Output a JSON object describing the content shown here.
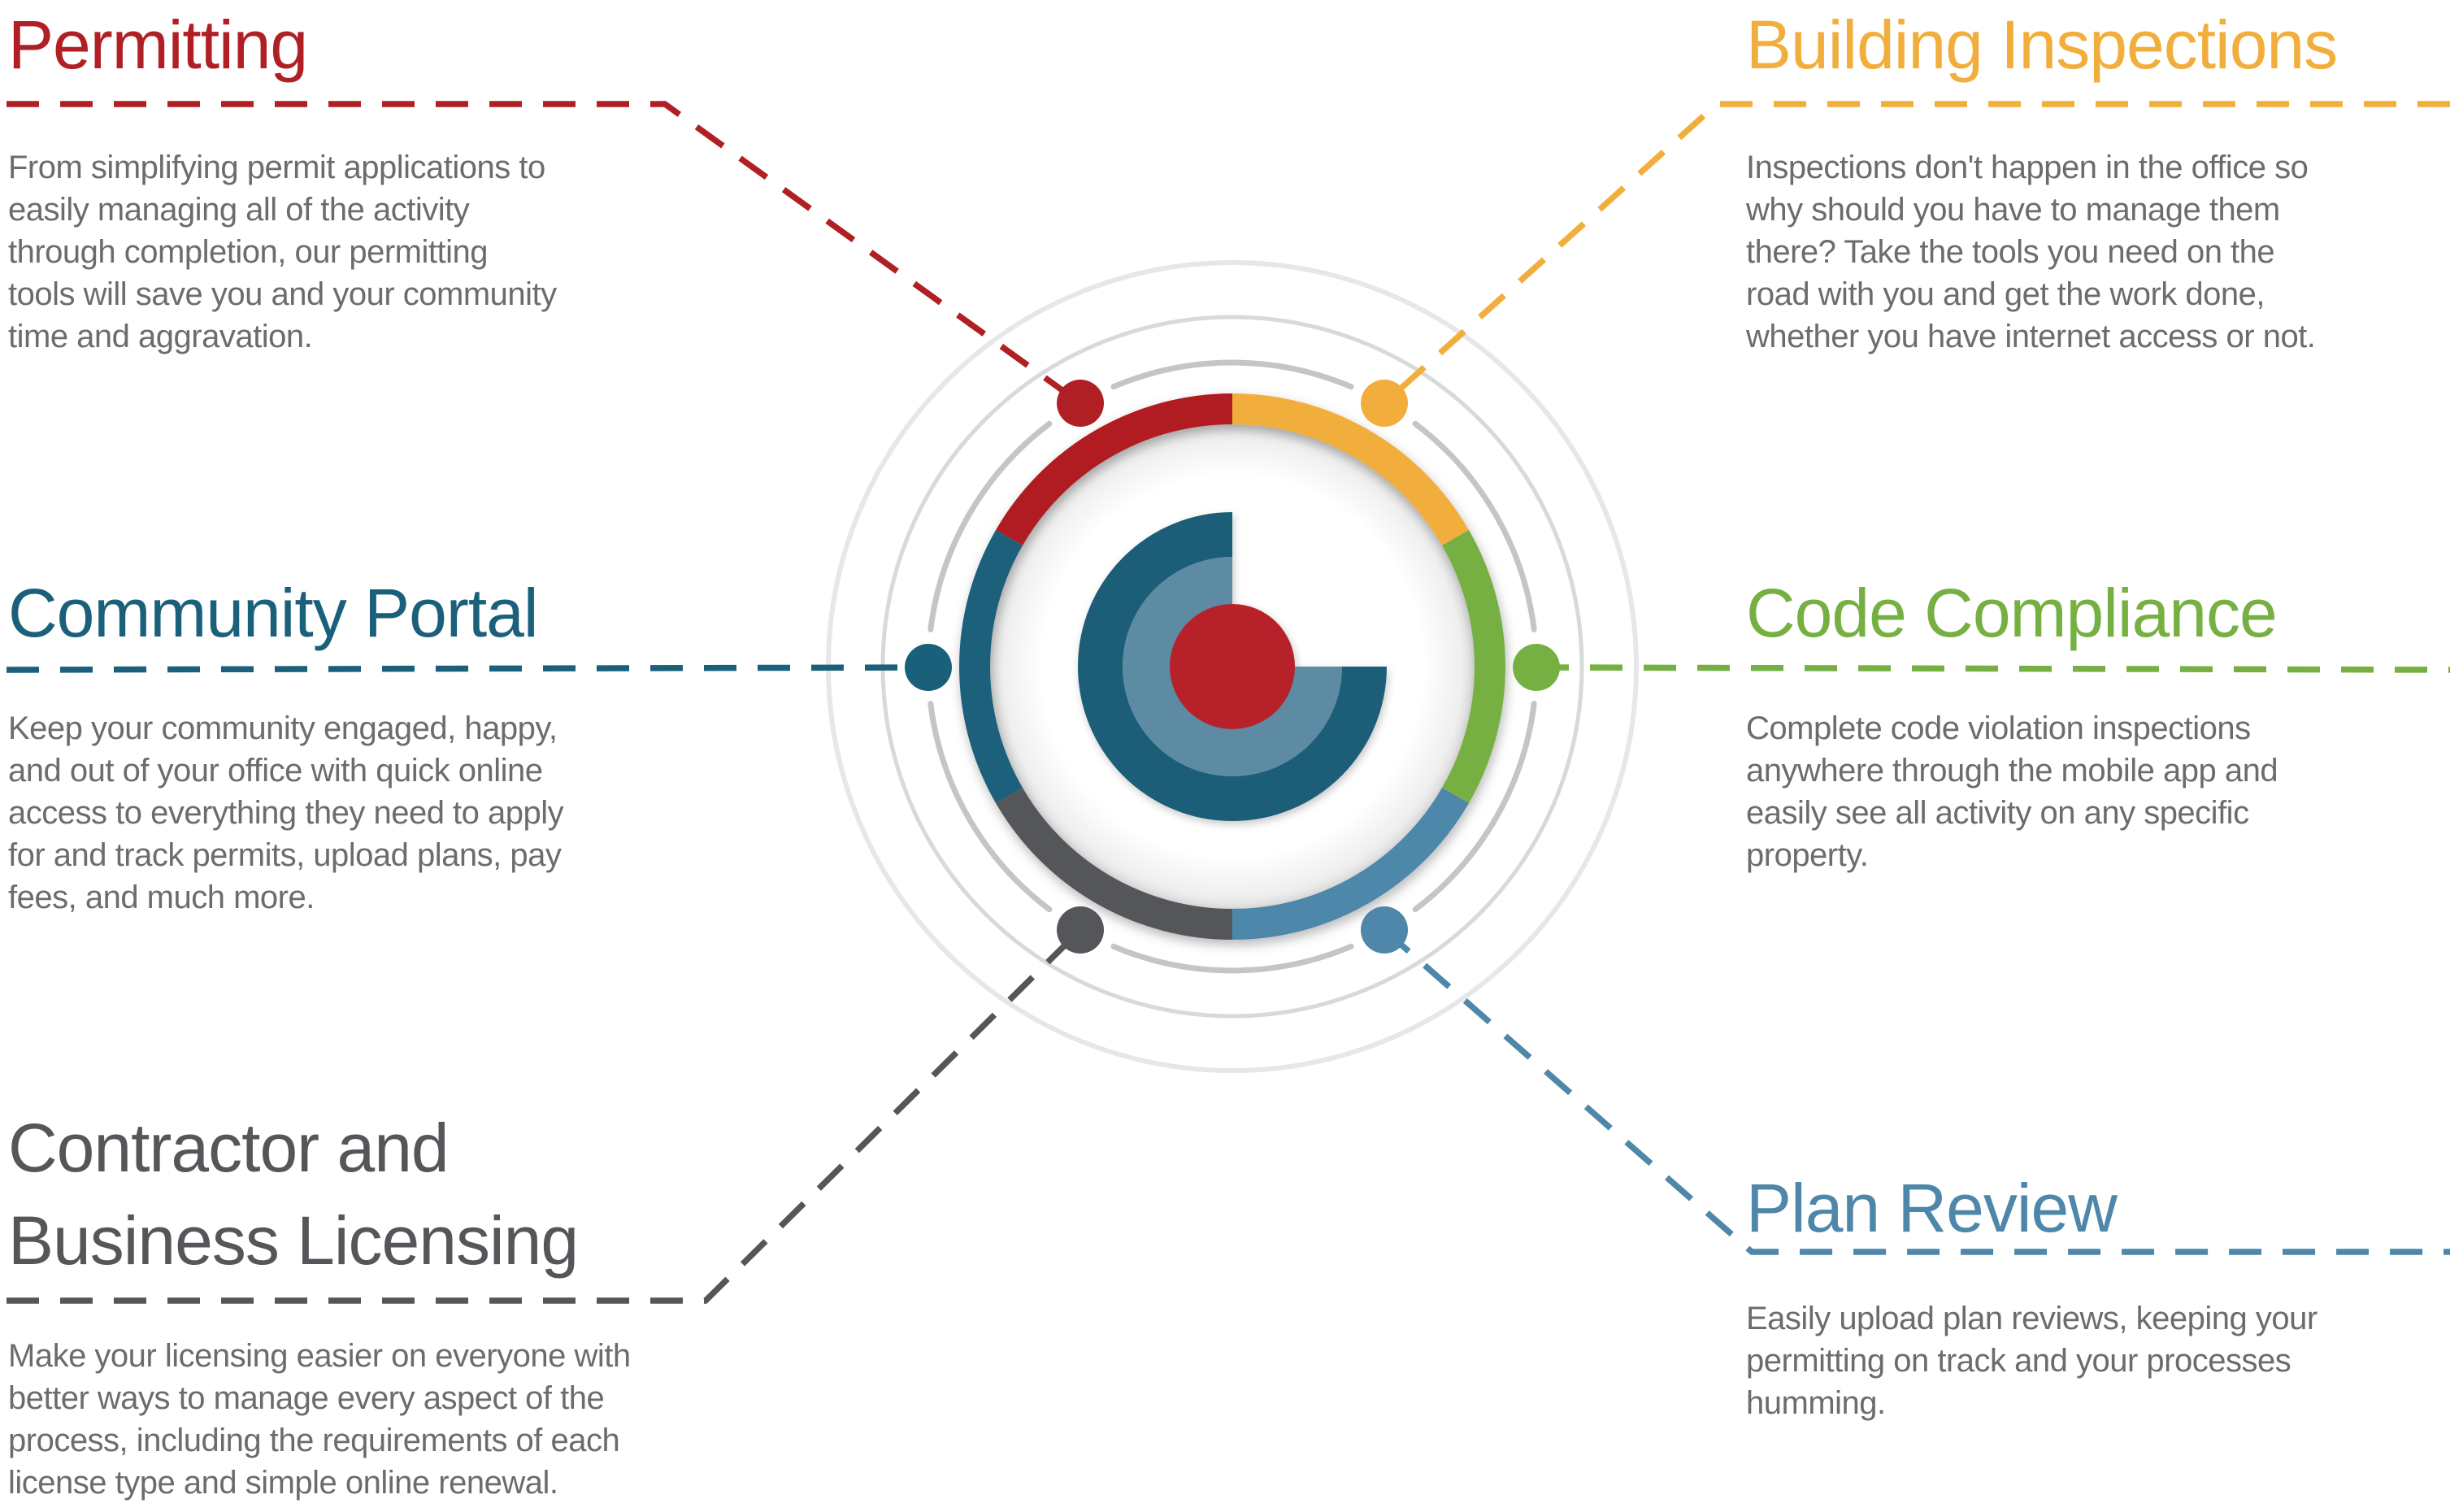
{
  "theme": {
    "background": "#ffffff",
    "body_text": "#6b6c6f"
  },
  "sections": {
    "permitting": {
      "title": "Permitting",
      "color": "#b01f24",
      "body": "From simplifying permit applications to\neasily managing all of the activity\nthrough completion, our permitting\ntools will save you and your community\ntime and aggravation."
    },
    "building_inspections": {
      "title": "Building Inspections",
      "color": "#f2ae3c",
      "body": "Inspections don't happen in the office so\nwhy should you have to manage them\nthere? Take the tools you need on the\nroad with you and get the work done,\nwhether you have internet access or not."
    },
    "community_portal": {
      "title": "Community Portal",
      "color": "#1b607b",
      "body": "Keep your community engaged, happy,\nand out of your office with quick online\naccess to everything they need to apply\nfor and track permits, upload plans, pay\nfees, and much more."
    },
    "code_compliance": {
      "title": "Code Compliance",
      "color": "#76b043",
      "body": "Complete code violation inspections\nanywhere through the mobile app and\neasily see all activity on any specific\nproperty."
    },
    "contractor_licensing": {
      "title": "Contractor and\nBusiness Licensing",
      "color": "#55565a",
      "body": "Make your licensing easier on everyone with\nbetter ways to manage every aspect of the\nprocess, including the requirements of each\nlicense type and simple online renewal."
    },
    "plan_review": {
      "title": "Plan Review",
      "color": "#4e87a9",
      "body": "Easily upload plan reviews, keeping your\npermitting on track and your processes\nhumming."
    }
  },
  "hub": {
    "logo": {
      "dark_teal": "#1d5d78",
      "steel_blue": "#5d8ba3",
      "red": "#b72329"
    },
    "guides": {
      "orbit": "#c4c5c7",
      "outer": "#d8d9db",
      "outermost": "#e6e7e9",
      "disc_center": "#ffffff",
      "disc_edge": "#dedede"
    }
  }
}
